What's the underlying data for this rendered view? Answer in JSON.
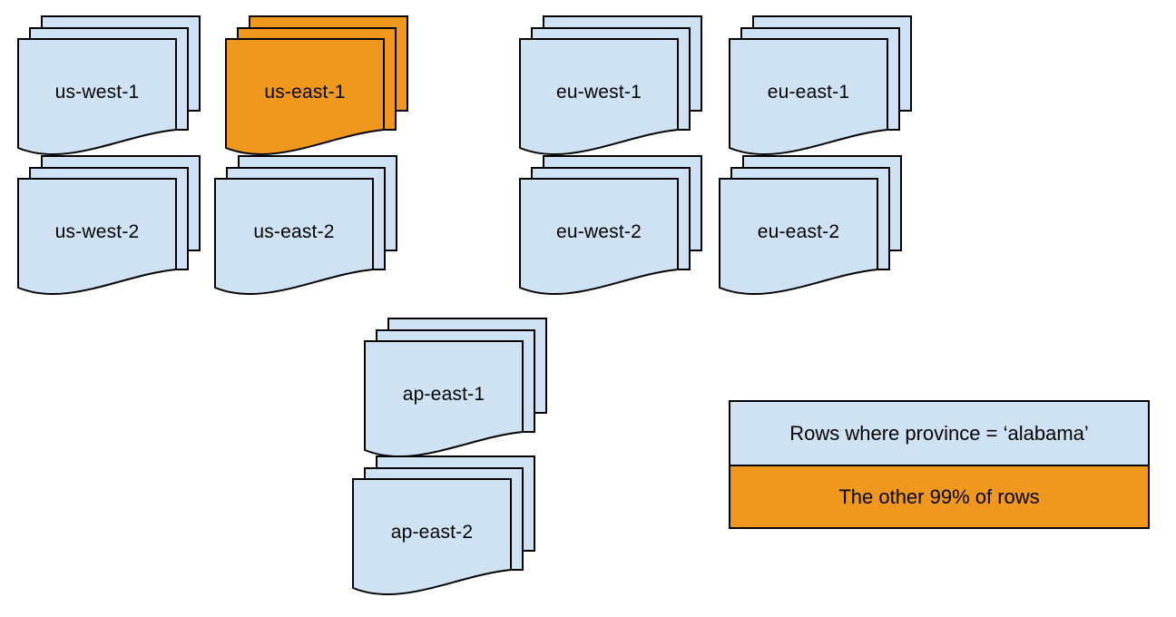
{
  "colors": {
    "region_fill": "#cfe2f3",
    "highlight_fill": "#f0981e",
    "stroke": "#000000",
    "background": "#ffffff"
  },
  "stacks": [
    {
      "label": "us-west-1",
      "variant": "blue"
    },
    {
      "label": "us-east-1",
      "variant": "orange"
    },
    {
      "label": "eu-west-1",
      "variant": "blue"
    },
    {
      "label": "eu-east-1",
      "variant": "blue"
    },
    {
      "label": "us-west-2",
      "variant": "blue"
    },
    {
      "label": "us-east-2",
      "variant": "blue"
    },
    {
      "label": "eu-west-2",
      "variant": "blue"
    },
    {
      "label": "eu-east-2",
      "variant": "blue"
    },
    {
      "label": "ap-east-1",
      "variant": "blue"
    },
    {
      "label": "ap-east-2",
      "variant": "blue"
    }
  ],
  "legend": {
    "items": [
      {
        "label": "Rows where province = ‘alabama’",
        "variant": "blue"
      },
      {
        "label": "The other 99% of rows",
        "variant": "orange"
      }
    ]
  }
}
